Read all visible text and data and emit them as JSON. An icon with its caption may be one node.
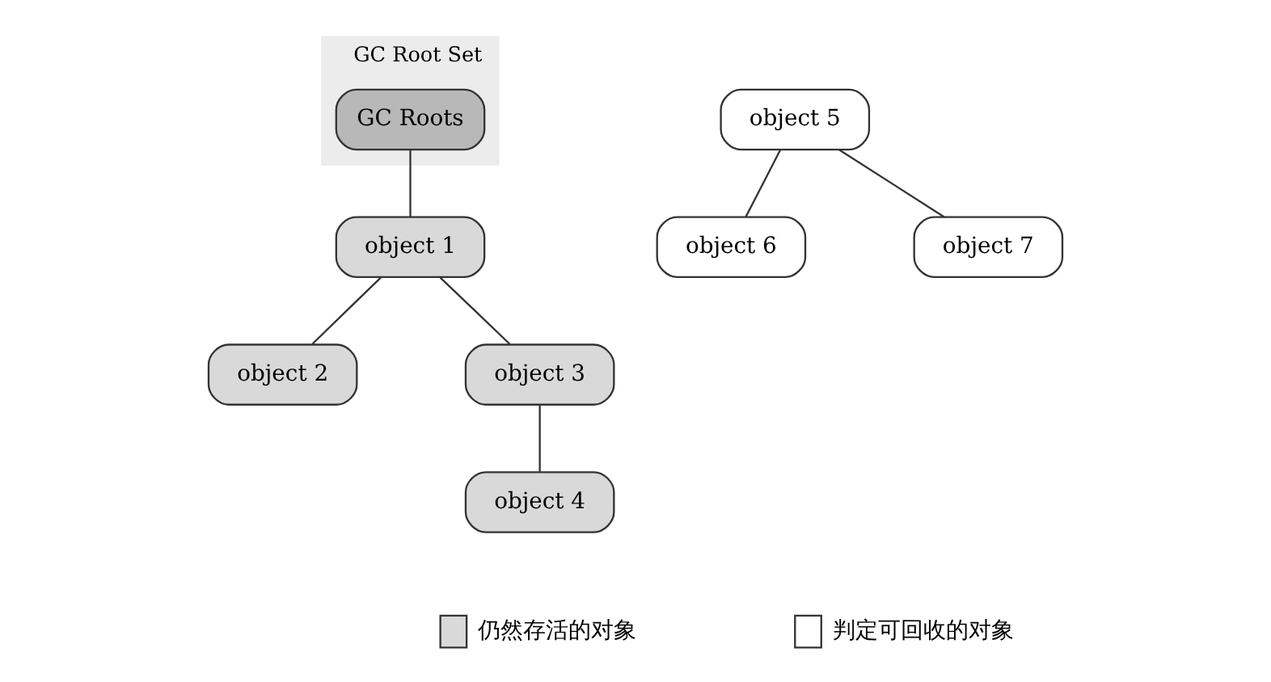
{
  "diagram": {
    "nodes": [
      {
        "text": [
          "GC Root Set"
        ]
      },
      {
        "text": [
          "GC Roots"
        ],
        "in": 0
      },
      {
        "text": [
          "object 1"
        ]
      },
      {
        "text": [
          "object 2"
        ]
      },
      {
        "text": [
          "object 3"
        ]
      },
      {
        "text": [
          "object 4"
        ]
      },
      {
        "text": [
          "object 5"
        ]
      },
      {
        "text": [
          "object 6"
        ]
      },
      {
        "text": [
          "object 7"
        ]
      }
    ],
    "edges": [
      {
        "from": 1,
        "to": 2,
        "arrow": "none"
      },
      {
        "from": 2,
        "to": 3,
        "arrow": "none"
      },
      {
        "from": 2,
        "to": 4,
        "arrow": "none"
      },
      {
        "from": 4,
        "to": 5,
        "arrow": "none"
      },
      {
        "from": 6,
        "to": 7,
        "arrow": "none"
      },
      {
        "from": 6,
        "to": 8,
        "arrow": "none"
      }
    ],
    "legend": [
      {
        "text": "仍然存活的对象",
        "color": "#d9d9d9"
      },
      {
        "text": "判定可回收的对象",
        "color": "#ffffff"
      }
    ]
  }
}
